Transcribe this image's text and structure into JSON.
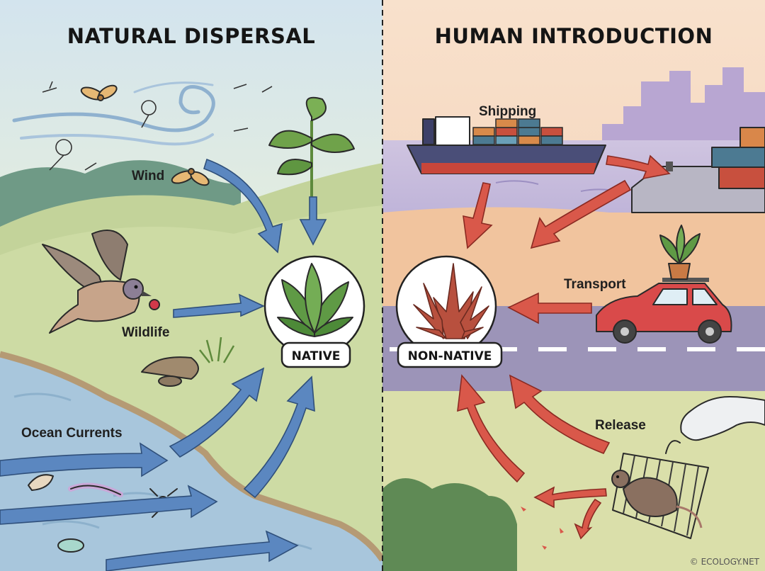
{
  "panels": {
    "left": {
      "title": "NATURAL DISPERSAL",
      "sources": {
        "wind": "Wind",
        "wildlife": "Wildlife",
        "ocean": "Ocean Currents"
      },
      "badge": "NATIVE"
    },
    "right": {
      "title": "HUMAN INTRODUCTION",
      "sources": {
        "shipping": "Shipping",
        "transport": "Transport",
        "release": "Release"
      },
      "badge": "NON-NATIVE"
    }
  },
  "credit": "© ECOLOGY.NET",
  "colors": {
    "natural_arrow": "#5b87c0",
    "human_arrow": "#d9584a",
    "left_sky": "#d7e6ec",
    "right_sky": "#f6d8c0"
  },
  "icons": {
    "native": "native-plant-icon",
    "non_native": "non-native-plant-icon"
  }
}
